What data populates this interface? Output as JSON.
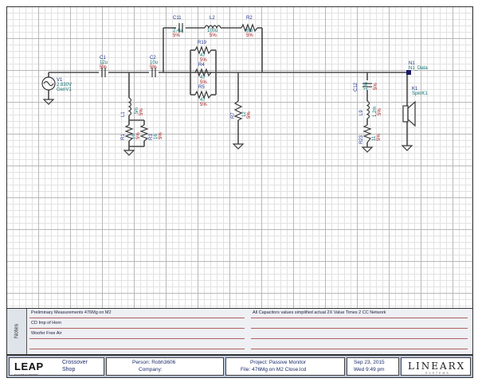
{
  "schematic": {
    "source": {
      "ref": "V1",
      "value": "2.830V",
      "name": "GenV1"
    },
    "node": {
      "ref": "N1",
      "name": "N1_Data"
    },
    "speaker": {
      "ref": "K1",
      "name": "SpkrK1"
    },
    "components": [
      {
        "ref": "C1",
        "value": "12u",
        "tol": "5%"
      },
      {
        "ref": "C2",
        "value": "10u",
        "tol": "5%"
      },
      {
        "ref": "C11",
        "value": "2.4u",
        "tol": "5%"
      },
      {
        "ref": "L2",
        "value": "100u",
        "tol": "5%"
      },
      {
        "ref": "R2",
        "value": "6.8",
        "tol": "5%"
      },
      {
        "ref": "R19",
        "value": "47",
        "tol": "5%"
      },
      {
        "ref": "R4",
        "value": "47",
        "tol": "5%"
      },
      {
        "ref": "R5",
        "value": "47",
        "tol": "5%"
      },
      {
        "ref": "L1",
        "value": ".5m",
        "tol": "5%"
      },
      {
        "ref": "R1",
        "value": "16",
        "tol": "5%"
      },
      {
        "ref": "R3",
        "value": "16",
        "tol": "5%"
      },
      {
        "ref": "R7",
        "value": "12",
        "tol": "5%"
      },
      {
        "ref": "C12",
        "value": "18u",
        "tol": "5%"
      },
      {
        "ref": "L9",
        "value": "1.2m",
        "tol": "5%"
      },
      {
        "ref": "R23",
        "value": "11",
        "tol": "5%"
      }
    ]
  },
  "notes": {
    "tab_label": "Notes",
    "left": [
      "Preliminary Measurements 476Mg on M2",
      "CD Imp of Horn",
      "Woofer Free Air"
    ],
    "right": [
      "All Capacitors values simplified actual 2X Value Times 2 CC Network"
    ]
  },
  "footer": {
    "logo": "LEAP",
    "logo_version": "5.2.0.305   Apr/29/2007",
    "app_line1": "Crossover",
    "app_line2": "Shop",
    "person": "Person: Robh3606",
    "company": "Company:",
    "project": "Project: Passive Monitor",
    "file": "File: 476Mg on M2 Close.lcd",
    "date": "Sep 23, 2015",
    "time": "Wed  9:49 pm",
    "brand": "LINEARX",
    "brand_sub": "SYSTEMS"
  },
  "colors": {
    "ref_text": "#1a2f8a",
    "value_text": "#0f6e6e",
    "tol_text": "#a01010",
    "footer_bg": "#b9c4d8",
    "notes_bg": "#eef0f4"
  }
}
